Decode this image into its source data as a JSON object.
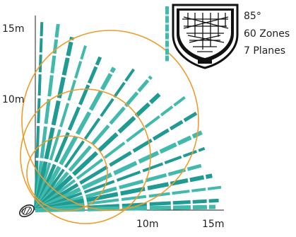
{
  "labels": {
    "y_top": "15m",
    "y_mid": "10m",
    "x_mid": "10m",
    "x_right": "15m",
    "angle": "85°",
    "zones": "60 Zones",
    "planes": "7 Planes"
  },
  "colors": {
    "teal": "#1f9b93",
    "teal_light": "#41b9ac",
    "orange": "#ee9c2a",
    "text": "#222222",
    "axis": "#222222"
  },
  "icons": {
    "detector": "detector-lens-icon",
    "sensor": "sensor-head-icon"
  }
}
